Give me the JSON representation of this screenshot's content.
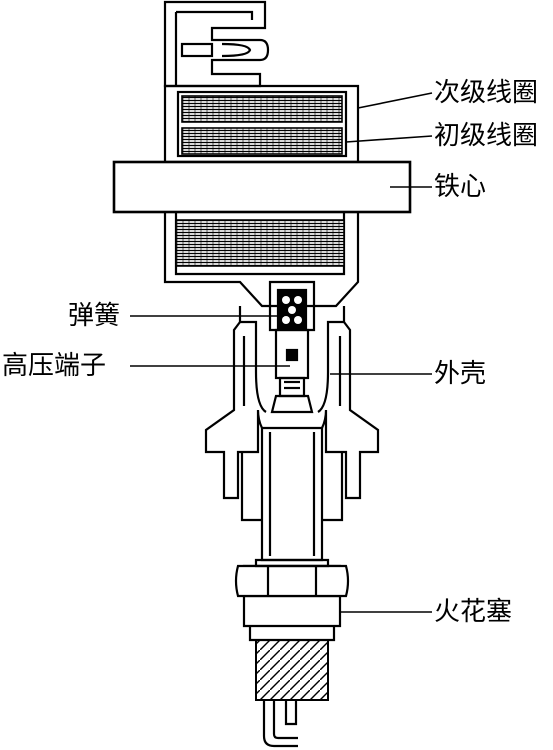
{
  "labels": {
    "secondary_coil": "次级线圈",
    "primary_coil": "初级线圈",
    "iron_core": "铁心",
    "spring": "弹簧",
    "hv_terminal": "高压端子",
    "housing": "外壳",
    "spark_plug": "火花塞"
  },
  "colors": {
    "line": "#000000",
    "background": "#ffffff"
  }
}
